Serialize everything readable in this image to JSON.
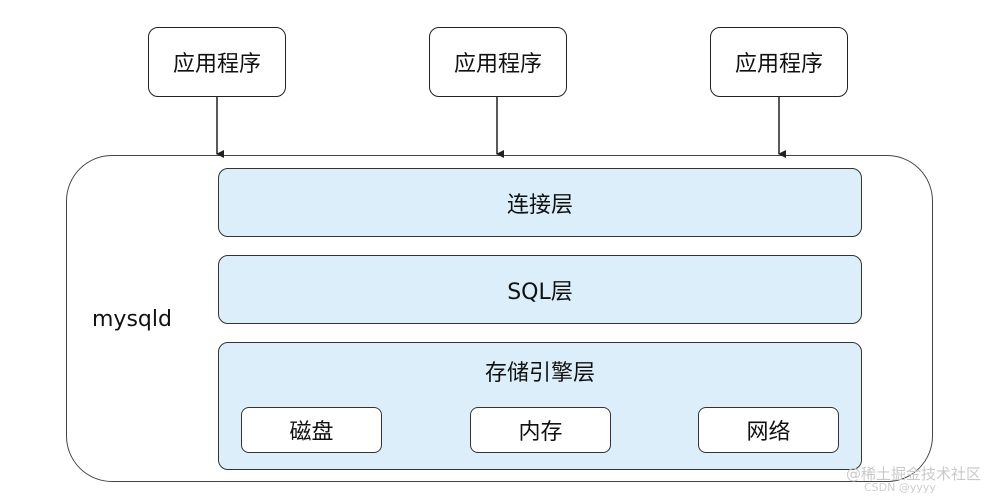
{
  "diagram": {
    "applications": [
      {
        "label": "应用程序"
      },
      {
        "label": "应用程序"
      },
      {
        "label": "应用程序"
      }
    ],
    "mysqld_label": "mysqld",
    "layers": {
      "connection": "连接层",
      "sql": "SQL层",
      "storage": "存储引擎层"
    },
    "storage_devices": [
      {
        "label": "磁盘"
      },
      {
        "label": "内存"
      },
      {
        "label": "网络"
      }
    ]
  },
  "watermark": {
    "line1": "@稀土掘金技术社区",
    "line2": "CSDN @yyyy"
  },
  "colors": {
    "layer_fill": "#dceef9",
    "border": "#333333",
    "watermark": "#c9c9c9"
  }
}
